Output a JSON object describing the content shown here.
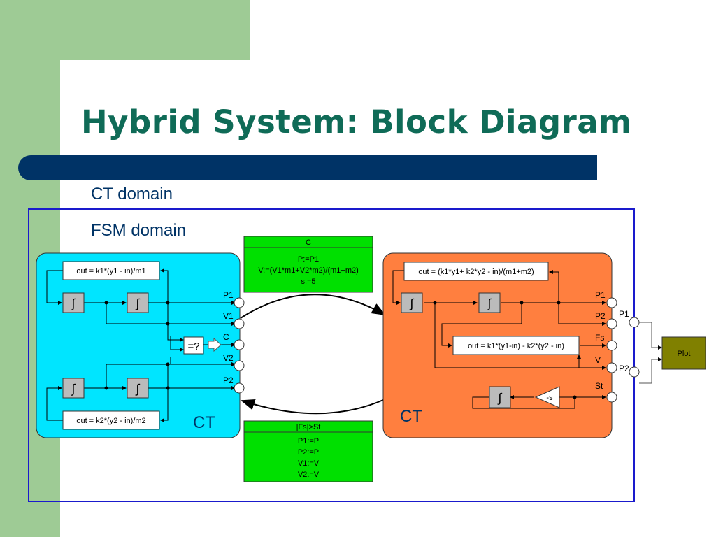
{
  "slide": {
    "title": "Hybrid System: Block Diagram",
    "ct_domain_label": "CT domain",
    "fsm_domain_label": "FSM domain"
  },
  "left_ct": {
    "label": "CT",
    "expr_top": "out = k1*(y1 - in)/m1",
    "expr_bottom": "out = k2*(y2 - in)/m2",
    "integrator_symbol": "∫",
    "compare_label": "=?",
    "ports": [
      "P1",
      "V1",
      "C",
      "V2",
      "P2"
    ]
  },
  "right_ct": {
    "label": "CT",
    "expr_top": "out = (k1*y1+ k2*y2 - in)/(m1+m2)",
    "expr_mid": "out = k1*(y1-in) - k2*(y2 - in)",
    "neg_label": "-s",
    "integrator_symbol": "∫",
    "ports": [
      "P1",
      "P2",
      "Fs",
      "V",
      "St"
    ],
    "out_ports": [
      "P1",
      "P2"
    ]
  },
  "plot": {
    "label": "Plot"
  },
  "fsm_top": {
    "guard": "C",
    "actions": [
      "P:=P1",
      "V:=(V1*m1+V2*m2)/(m1+m2)",
      "s:=5"
    ]
  },
  "fsm_bottom": {
    "guard": "|Fs|>St",
    "actions": [
      "P1:=P",
      "P2:=P",
      "V1:=V",
      "V2:=V"
    ]
  },
  "colors": {
    "left_ct": "#00e5ff",
    "right_ct": "#ff7f3f",
    "fsm_box": "#00e000",
    "plot": "#808000",
    "title": "#0f6b57",
    "bar": "#003366",
    "border": "#1a1acc"
  }
}
